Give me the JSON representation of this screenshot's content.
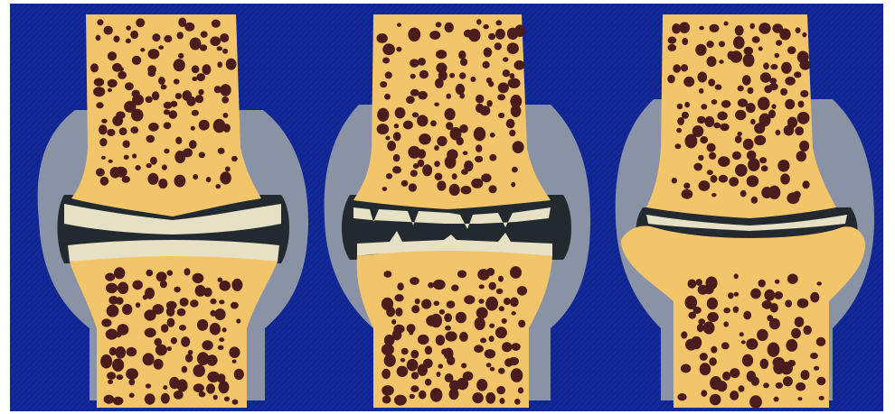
{
  "figure": {
    "panels": [
      {
        "id": "joint-1"
      },
      {
        "id": "joint-2"
      },
      {
        "id": "joint-3"
      }
    ],
    "colors": {
      "background": "#0f2591",
      "bone": "#f2c56a",
      "pores": "#4a1c1c",
      "cartilage": "#e6e0c4",
      "capsule": "#8a93a6",
      "joint_space": "#222a2f"
    }
  }
}
